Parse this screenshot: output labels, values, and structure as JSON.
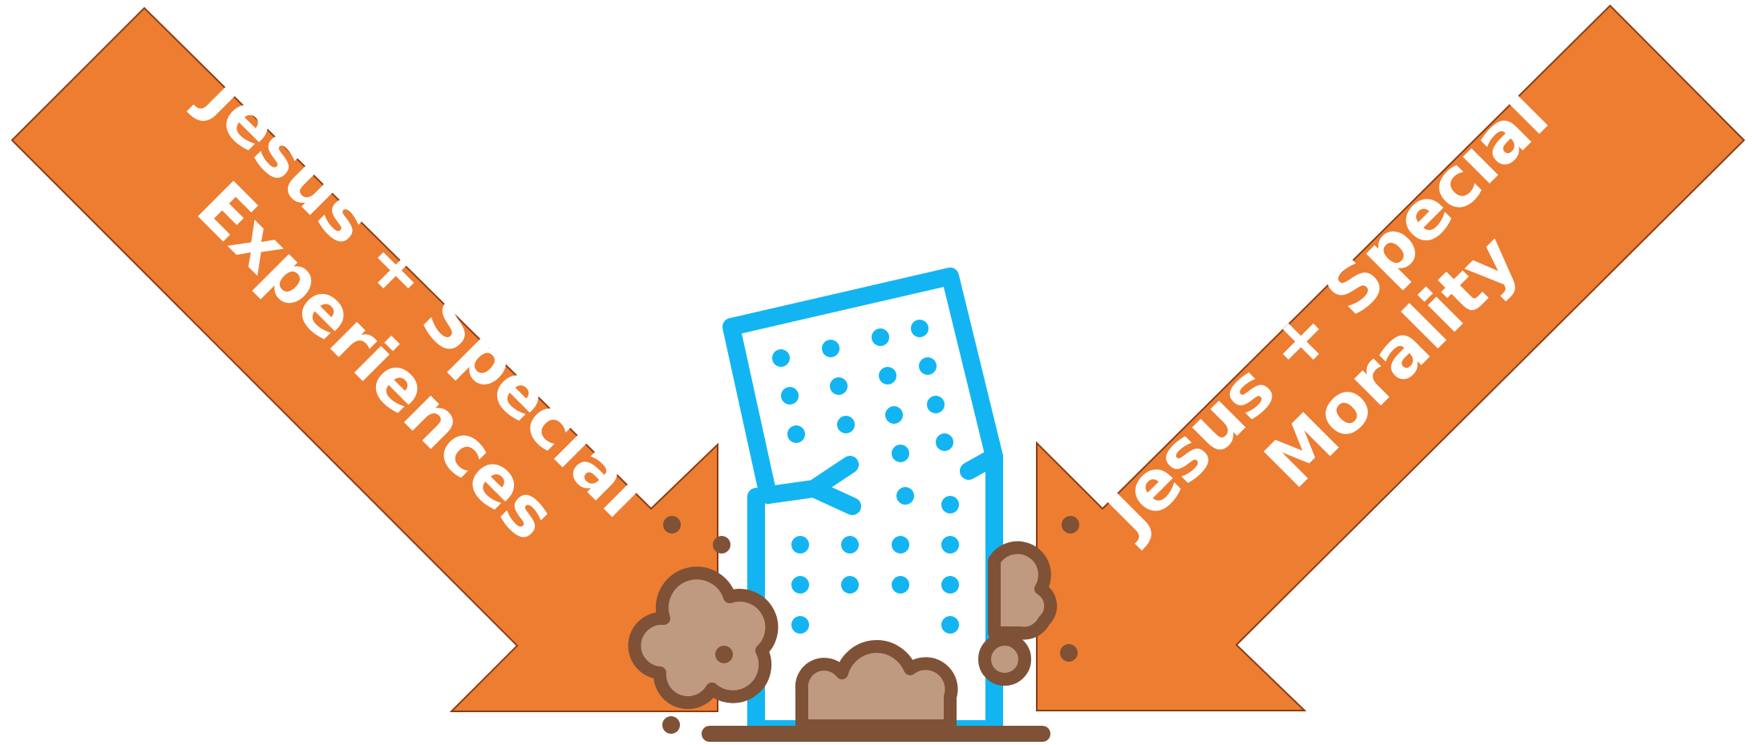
{
  "arrows": {
    "left": {
      "line1": "Jesus + Special",
      "line2": "Experiences"
    },
    "right": {
      "line1": "Jesus + Special",
      "line2": "Morality"
    }
  },
  "colors": {
    "arrow_fill": "#ED7D31",
    "arrow_stroke": "#8B3D14",
    "building_outline": "#12B5F2",
    "building_fill": "#ffffff",
    "window_dot": "#12B5F2",
    "rubble_fill": "#C09A80",
    "rubble_outline": "#7F5136",
    "ground_line": "#7F5136"
  },
  "icons": {
    "left_arrow": "down-right-arrow-icon",
    "right_arrow": "down-left-arrow-icon",
    "building": "collapsing-building-icon"
  }
}
